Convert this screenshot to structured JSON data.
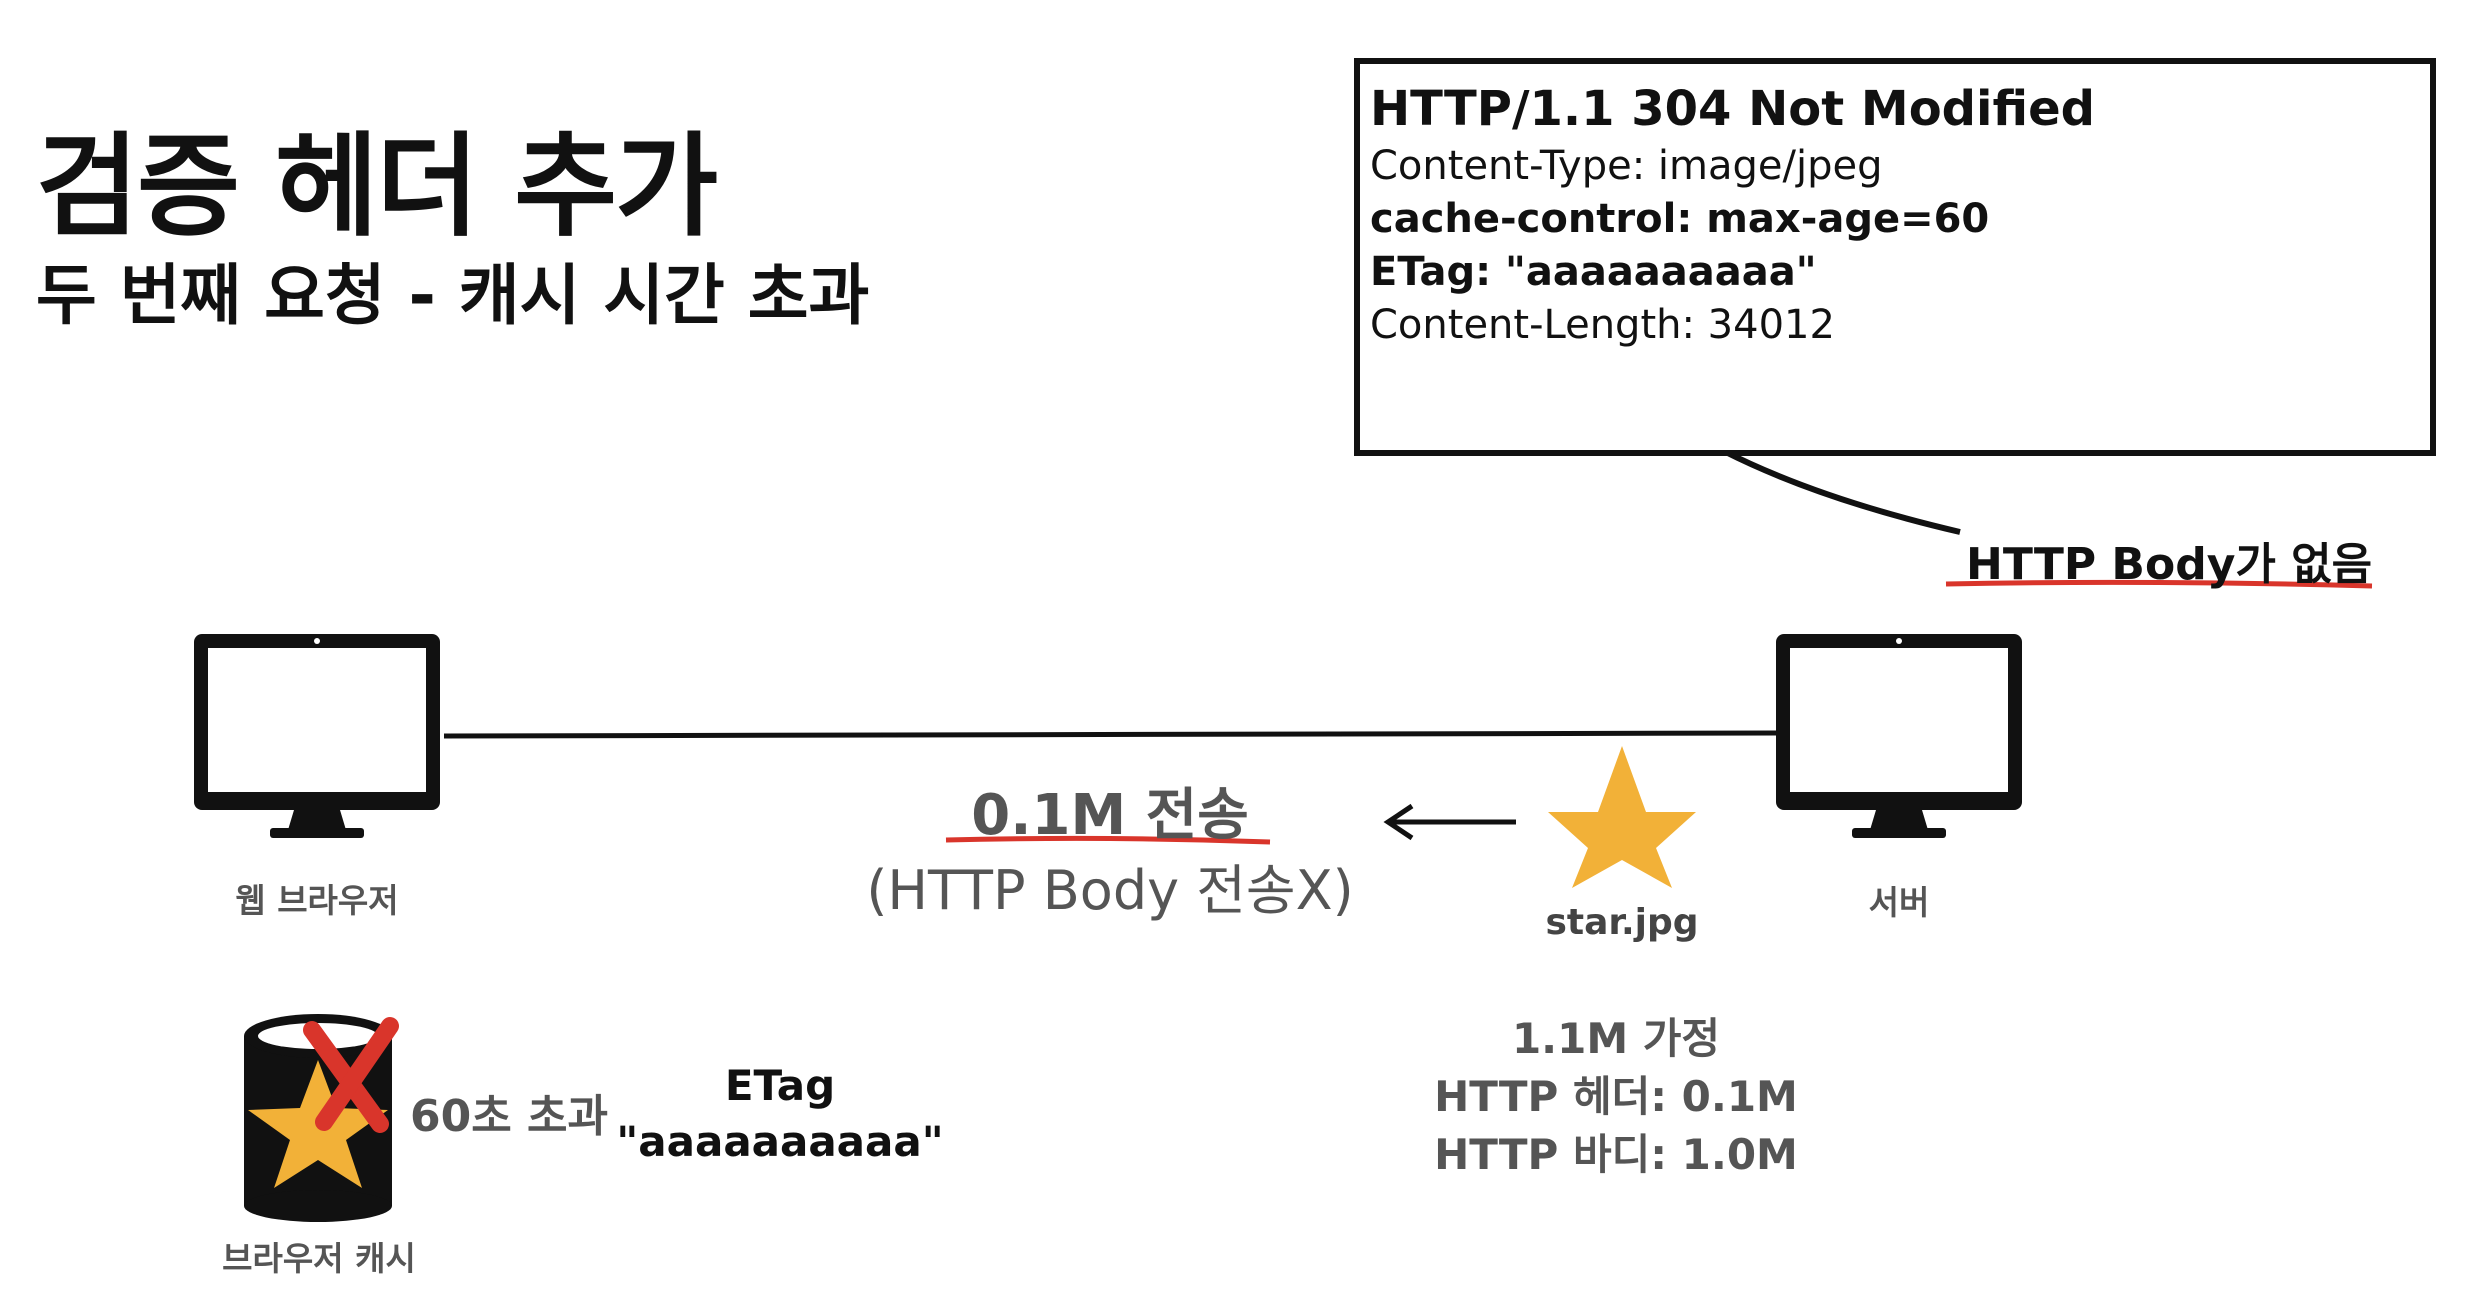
{
  "title": "검증 헤더 추가",
  "subtitle": "두 번째 요청 - 캐시 시간 초과",
  "response": {
    "status_line_prefix": "HTTP/1.1",
    "status": "304 Not Modified",
    "headers": [
      "Content-Type: image/jpeg",
      "cache-control: max-age=60",
      "ETag: \"aaaaaaaaaa\"",
      "Content-Length: 34012"
    ]
  },
  "body_note": "HTTP Body가 없음",
  "client_label": "웹 브라우저",
  "server_label": "서버",
  "resource_label": "star.jpg",
  "transfer": {
    "size": "0.1M 전송",
    "detail": "(HTTP Body 전송X)"
  },
  "assumption": [
    "1.1M 가정",
    "HTTP 헤더: 0.1M",
    "HTTP 바디: 1.0M"
  ],
  "cache": {
    "label": "브라우저 캐시",
    "expired": "60초 초과",
    "etag_key": "ETag",
    "etag_value": "\"aaaaaaaaaa\""
  },
  "colors": {
    "accent_red": "#d9352b",
    "star": "#f2b138",
    "ink": "#111111",
    "muted": "#555555"
  }
}
